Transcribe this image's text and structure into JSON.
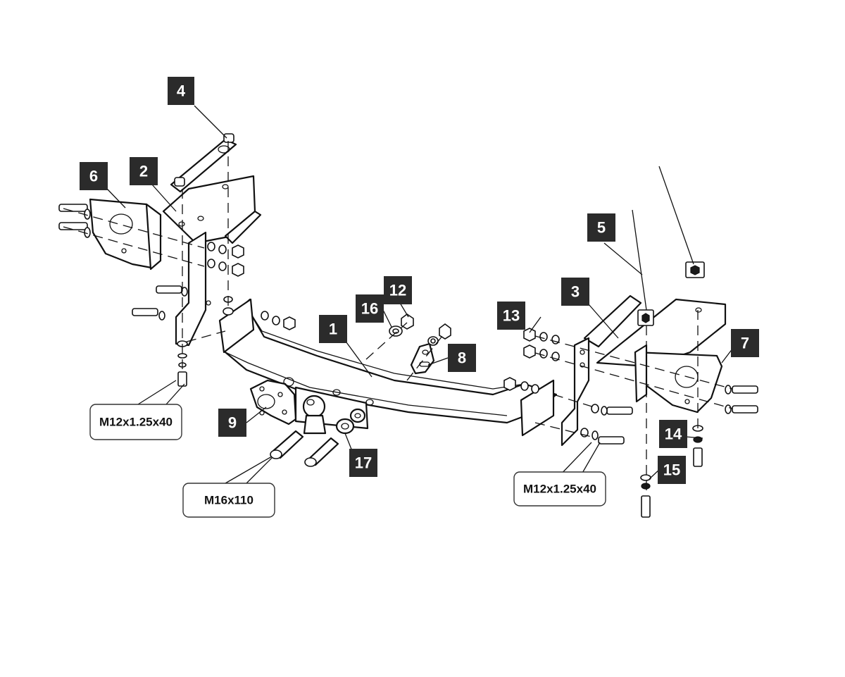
{
  "callouts": [
    {
      "id": "part-1",
      "label": "1"
    },
    {
      "id": "part-2",
      "label": "2"
    },
    {
      "id": "part-3",
      "label": "3"
    },
    {
      "id": "part-4",
      "label": "4"
    },
    {
      "id": "part-5",
      "label": "5"
    },
    {
      "id": "part-6",
      "label": "6"
    },
    {
      "id": "part-7",
      "label": "7"
    },
    {
      "id": "part-8",
      "label": "8"
    },
    {
      "id": "part-9",
      "label": "9"
    },
    {
      "id": "part-12",
      "label": "12"
    },
    {
      "id": "part-13",
      "label": "13"
    },
    {
      "id": "part-14",
      "label": "14"
    },
    {
      "id": "part-15",
      "label": "15"
    },
    {
      "id": "part-16",
      "label": "16"
    },
    {
      "id": "part-17",
      "label": "17"
    }
  ],
  "specs": {
    "left_bolt": "M12x1.25x40",
    "ball_bolt": "M16x110",
    "right_bolt": "M12x1.25x40"
  },
  "colors": {
    "badge_background": "#2b2b2b",
    "badge_text": "#ffffff",
    "line": "#111111"
  }
}
